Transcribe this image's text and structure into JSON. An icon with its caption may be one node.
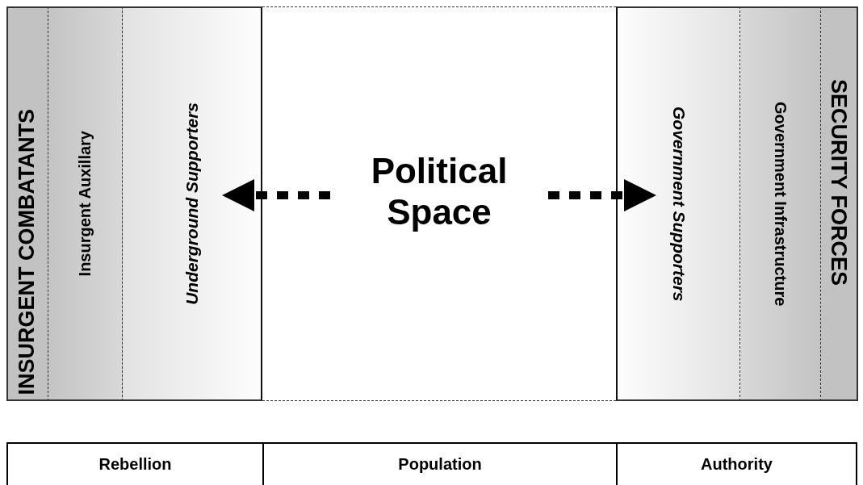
{
  "diagram": {
    "nodes": [
      {
        "text": [
          "INSURGENT COMBATANTS"
        ]
      },
      {
        "text": [
          "Insurgent Auxillary"
        ]
      },
      {
        "text": [
          "Underground Supporters"
        ]
      },
      {
        "text": [
          "Political Space"
        ]
      },
      {
        "text": [
          "Government Supporters"
        ]
      },
      {
        "text": [
          "Government Infrastructure"
        ]
      },
      {
        "text": [
          "SECURITY FORCES"
        ]
      }
    ],
    "edges": [
      {
        "from": 3,
        "to": 2,
        "arrow": "to",
        "style": "dashed"
      },
      {
        "from": 3,
        "to": 4,
        "arrow": "to",
        "style": "dashed"
      }
    ],
    "labels": [
      "Rebellion",
      "Population",
      "Authority"
    ]
  }
}
